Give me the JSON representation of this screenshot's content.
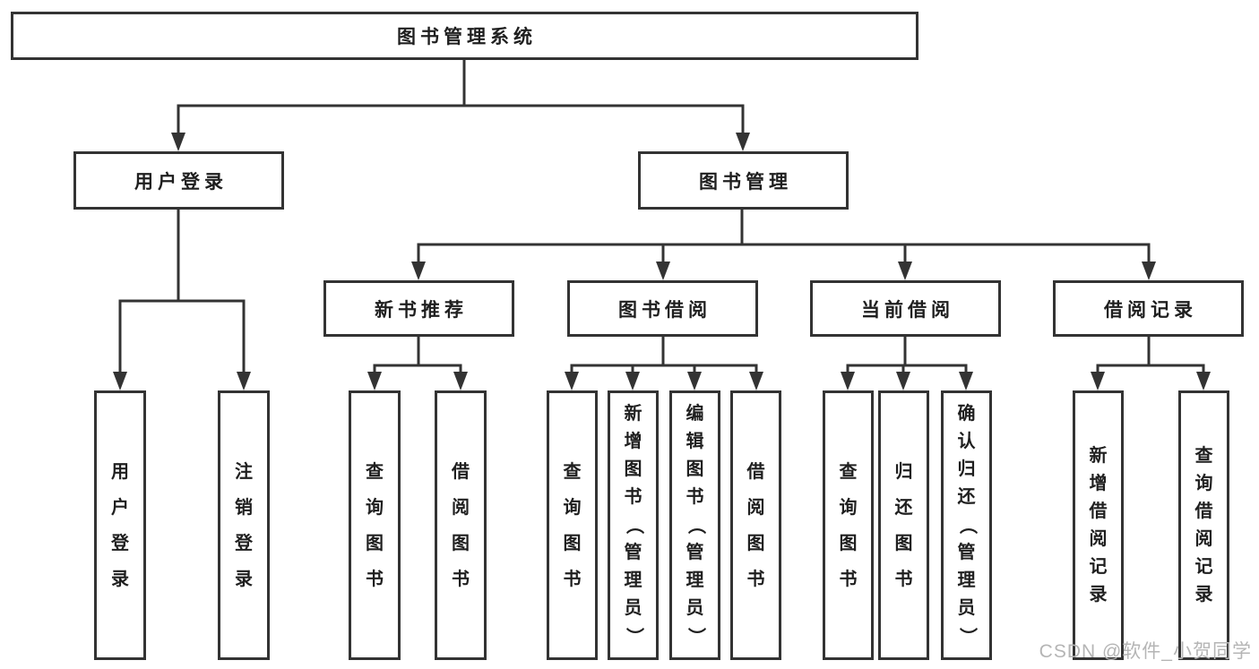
{
  "diagram": {
    "title": "图书管理系统",
    "root": {
      "label": "图书管理系统"
    },
    "branches": [
      {
        "label": "用户登录",
        "children": [
          {
            "label": "用户登录"
          },
          {
            "label": "注销登录"
          }
        ]
      },
      {
        "label": "图书管理",
        "children": [
          {
            "label": "新书推荐",
            "children": [
              {
                "label": "查询图书"
              },
              {
                "label": "借阅图书"
              }
            ]
          },
          {
            "label": "图书借阅",
            "children": [
              {
                "label": "查询图书"
              },
              {
                "label": "新增图书（管理员）"
              },
              {
                "label": "编辑图书（管理员）"
              },
              {
                "label": "借阅图书"
              }
            ]
          },
          {
            "label": "当前借阅",
            "children": [
              {
                "label": "查询图书"
              },
              {
                "label": "归还图书"
              },
              {
                "label": "确认归还（管理员）"
              }
            ]
          },
          {
            "label": "借阅记录",
            "children": [
              {
                "label": "新增借阅记录"
              },
              {
                "label": "查询借阅记录"
              }
            ]
          }
        ]
      }
    ]
  },
  "watermark": {
    "text": "CSDN @软件_小贺同学"
  },
  "colors": {
    "line": "#333333",
    "border": "#333333",
    "text": "#1f1f1f",
    "watermark": "#b5b5b5",
    "background": "#ffffff"
  }
}
